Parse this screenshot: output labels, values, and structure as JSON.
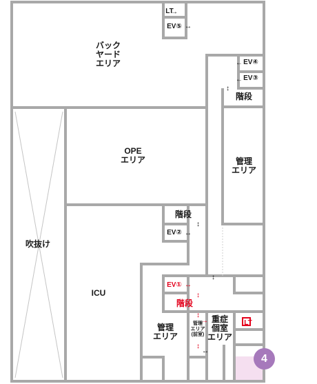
{
  "map": {
    "floor_number": "4",
    "labels": {
      "back_yard": "バック\nヤード\nエリア",
      "ope": "OPE\nエリア",
      "atrium": "吹抜け",
      "icu": "ICU",
      "admin_right": "管理\nエリア",
      "admin_bottom": "管理\nエリア",
      "critical_rooms": "重症\n個室\nエリア",
      "admin_front": "管理\nエリア\n(前室)",
      "stairs_top": "階段",
      "stairs_mid": "階段",
      "stairs_red": "階段"
    },
    "elevators": {
      "lt_top": "LT",
      "ev5": "EV⑤",
      "ev4": "EV④",
      "ev3": "EV③",
      "ev2": "EV②",
      "ev1": "EV①",
      "lt_red": "LT"
    },
    "colors": {
      "wall": "#a8a8a8",
      "highlight_red": "#e3001b",
      "badge": "#a679bb",
      "current_room": "#f5dff0"
    }
  }
}
